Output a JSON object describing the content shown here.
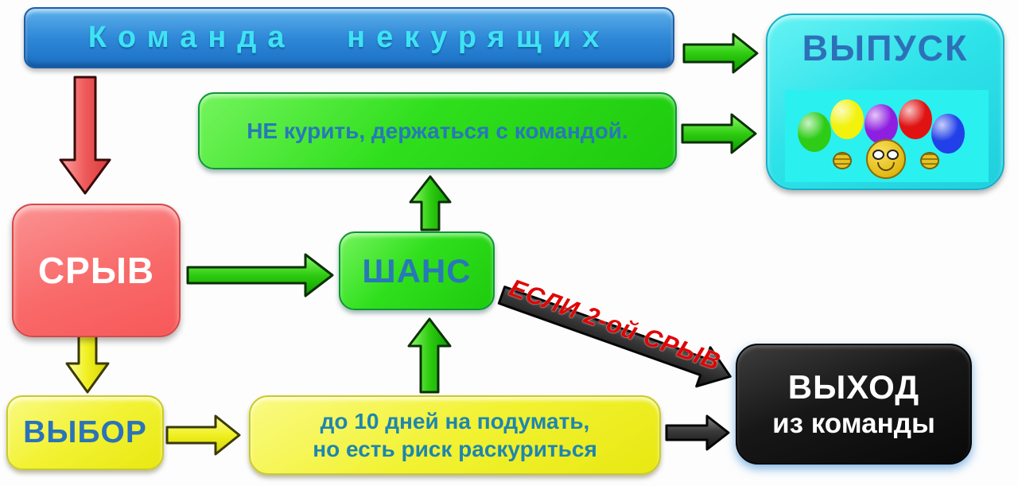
{
  "diagram": {
    "type": "flowchart",
    "language": "ru"
  },
  "nodes": {
    "team": {
      "label": "Команда некурящих",
      "fill": "#2e87d7",
      "text_color": "#3ee3f3"
    },
    "graduation": {
      "label": "ВЫПУСК",
      "fill": "#2fe3ea",
      "text_color": "#2e70b8",
      "balloons": [
        {
          "name": "balloon-green",
          "color": "#2ecc17"
        },
        {
          "name": "balloon-yellow",
          "color": "#f2f20c"
        },
        {
          "name": "balloon-purple",
          "color": "#8f1fe0"
        },
        {
          "name": "balloon-red",
          "color": "#e01212"
        },
        {
          "name": "balloon-blue",
          "color": "#2140e8"
        }
      ],
      "smiley": "applause-smiley"
    },
    "rule": {
      "label": "НЕ курить, держаться с командой.",
      "fill": "#2fdf1c",
      "text_color": "#2878b8"
    },
    "relapse": {
      "label": "СРЫВ",
      "fill": "#f96a6a",
      "text_color": "#ffffff"
    },
    "chance": {
      "label": "ШАНС",
      "fill": "#2fdf1c",
      "text_color": "#2878b8"
    },
    "choice": {
      "label": "ВЫБОР",
      "fill": "#f2f233",
      "text_color": "#2b73b8"
    },
    "think": {
      "line1": "до 10  дней на подумать,",
      "line2": "но есть риск раскуриться",
      "fill": "#f2f233",
      "text_color": "#1e86ae"
    },
    "exit": {
      "line1": "ВЫХОД",
      "line2": "из команды",
      "fill": "#141414",
      "text_color": "#ffffff"
    }
  },
  "labels": {
    "if_second_relapse": "ЕСЛИ 2-ой СРЫВ",
    "if_label_color": "#e00505"
  },
  "edges": [
    {
      "from": "team",
      "to": "graduation",
      "arrow_color": "green"
    },
    {
      "from": "team",
      "to": "relapse",
      "arrow_color": "red"
    },
    {
      "from": "rule",
      "to": "graduation",
      "arrow_color": "green"
    },
    {
      "from": "chance",
      "to": "rule",
      "arrow_color": "green"
    },
    {
      "from": "relapse",
      "to": "chance",
      "arrow_color": "green"
    },
    {
      "from": "relapse",
      "to": "choice",
      "arrow_color": "yellow"
    },
    {
      "from": "choice",
      "to": "think",
      "arrow_color": "yellow"
    },
    {
      "from": "think",
      "to": "chance",
      "arrow_color": "green"
    },
    {
      "from": "think",
      "to": "exit",
      "arrow_color": "dark"
    },
    {
      "from": "chance",
      "to": "exit",
      "arrow_color": "dark",
      "label": "ЕСЛИ 2-ой СРЫВ"
    }
  ],
  "arrow_colors": {
    "green": "#2ecc10",
    "red": "#ef5a5a",
    "yellow": "#f0f020",
    "dark": "#3a3a3a"
  }
}
